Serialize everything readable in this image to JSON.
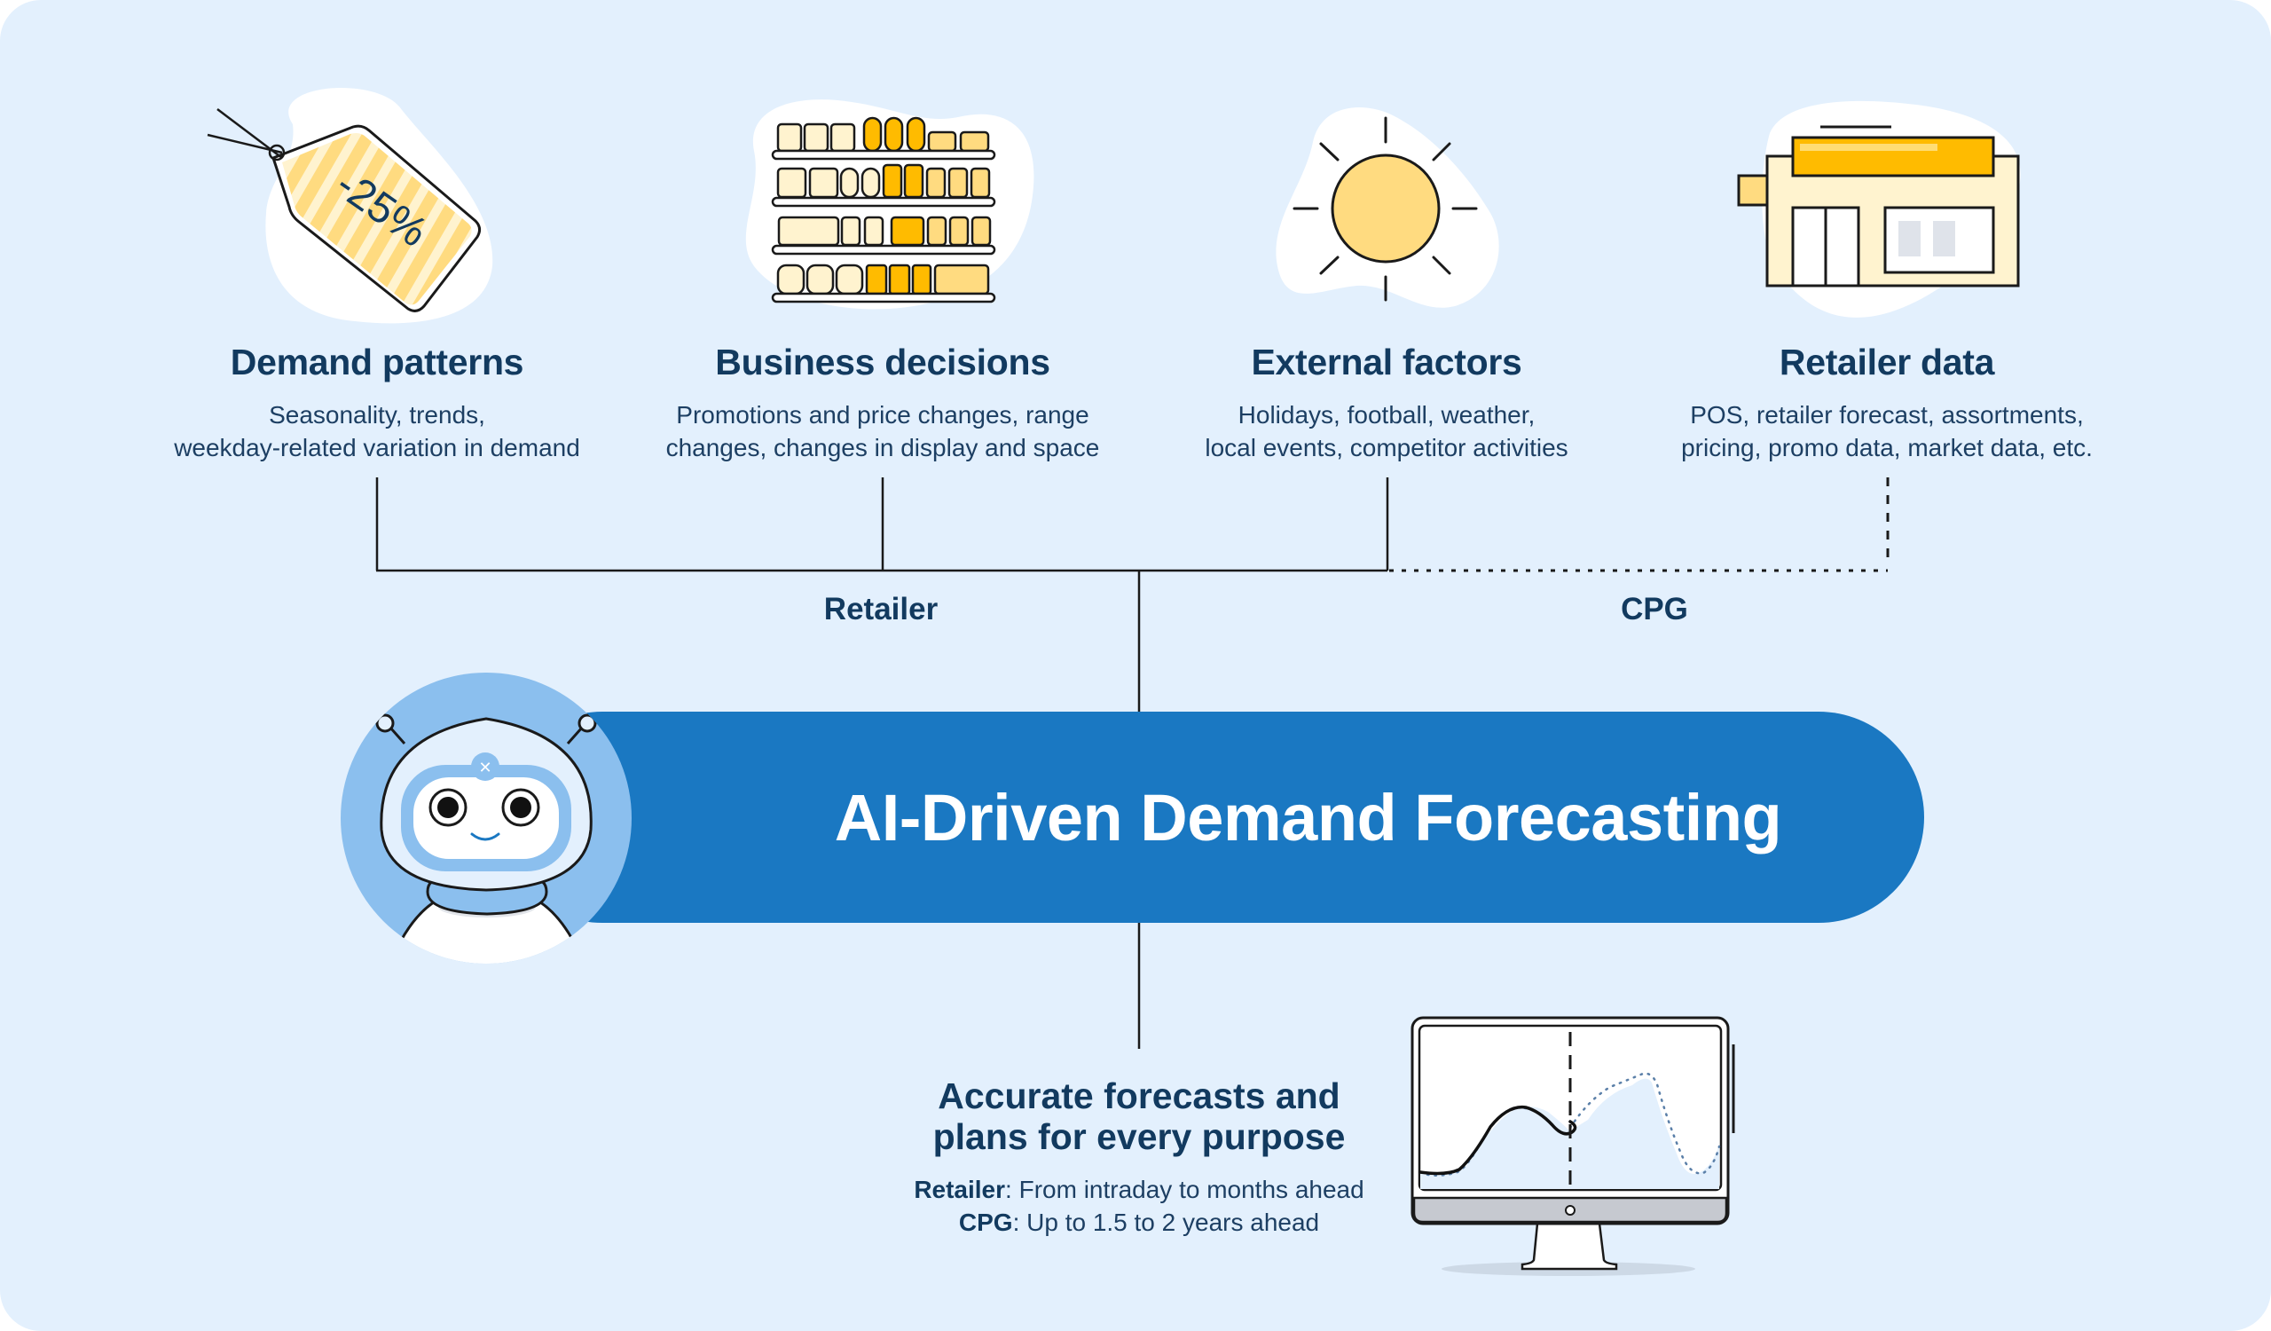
{
  "columns": [
    {
      "id": "demand-patterns",
      "icon": "price-tag-icon",
      "icon_text": "-25%",
      "title": "Demand patterns",
      "lines": [
        "Seasonality, trends,",
        "weekday-related variation in demand"
      ]
    },
    {
      "id": "business-decisions",
      "icon": "store-shelves-icon",
      "title": "Business decisions",
      "lines": [
        "Promotions and price changes, range",
        "changes, changes in display and space"
      ]
    },
    {
      "id": "external-factors",
      "icon": "sun-icon",
      "title": "External factors",
      "lines": [
        "Holidays, football, weather,",
        "local events, competitor activities"
      ]
    },
    {
      "id": "retailer-data",
      "icon": "store-building-icon",
      "title": "Retailer data",
      "lines": [
        "POS, retailer forecast, assortments,",
        "pricing, promo data, market data, etc."
      ]
    }
  ],
  "branches": {
    "retailer_label": "Retailer",
    "cpg_label": "CPG"
  },
  "center": {
    "icon": "robot-icon",
    "title": "AI-Driven Demand Forecasting"
  },
  "output": {
    "icon": "monitor-chart-icon",
    "title_line1": "Accurate forecasts and",
    "title_line2": "plans for every purpose",
    "retailer_key": "Retailer",
    "retailer_value": ": From intraday to months ahead",
    "cpg_key": "CPG",
    "cpg_value": ": Up to 1.5 to 2 years ahead"
  },
  "colors": {
    "background": "#e3f0fd",
    "bar": "#1a78c2",
    "robot_circle": "#8bbfee",
    "text_dark": "#123a5f",
    "yellow_dark": "#ffbb00",
    "yellow_mid": "#ffdb80",
    "yellow_light": "#fff3cf"
  }
}
